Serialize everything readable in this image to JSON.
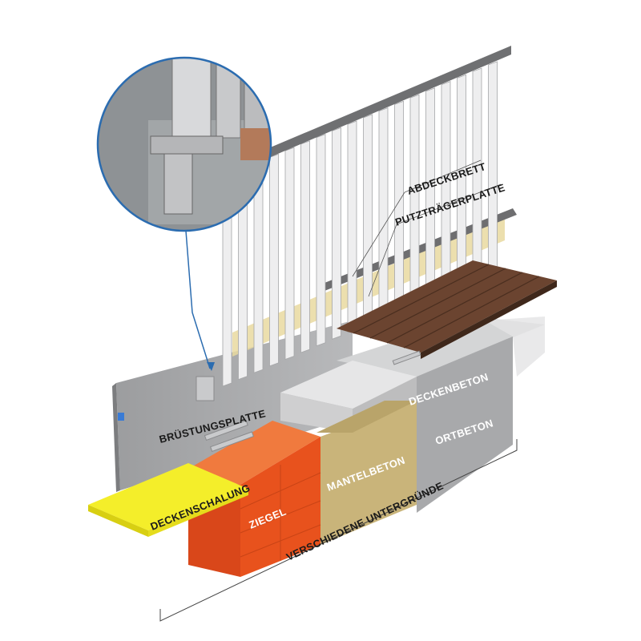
{
  "labels": {
    "abdeckbrett": "ABDECKBRETT",
    "putztraegerplatte": "PUTZTRÄGERPLATTE",
    "deckenbeton": "DECKENBETON",
    "ortbeton": "ORTBETON",
    "bruestungsplatte": "BRÜSTUNGSPLATTE",
    "mantelbeton": "MANTELBETON",
    "deckenschalung": "DECKENSCHALUNG",
    "ziegel": "ZIEGEL",
    "verschiedene_untergruende": "VERSCHIEDENE UNTERGRÜNDE"
  },
  "colors": {
    "concrete": "#a9aaab",
    "brick": "#e8521d",
    "gold": "#c9b47a",
    "formwork": "#f4ee2a",
    "wood": "#6b4430",
    "callout": "#2b6cb0"
  }
}
